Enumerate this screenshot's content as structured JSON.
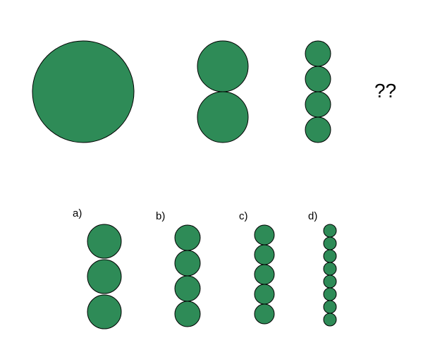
{
  "colors": {
    "circle_fill": "#2e8b57",
    "circle_stroke": "#000000"
  },
  "sequence": {
    "step1_circle_count": 1,
    "step2_circle_count": 2,
    "step3_circle_count": 4,
    "unknown_label": "??"
  },
  "options": [
    {
      "label": "a)",
      "circle_count": 3
    },
    {
      "label": "b)",
      "circle_count": 4
    },
    {
      "label": "c)",
      "circle_count": 5
    },
    {
      "label": "d)",
      "circle_count": 8
    }
  ]
}
